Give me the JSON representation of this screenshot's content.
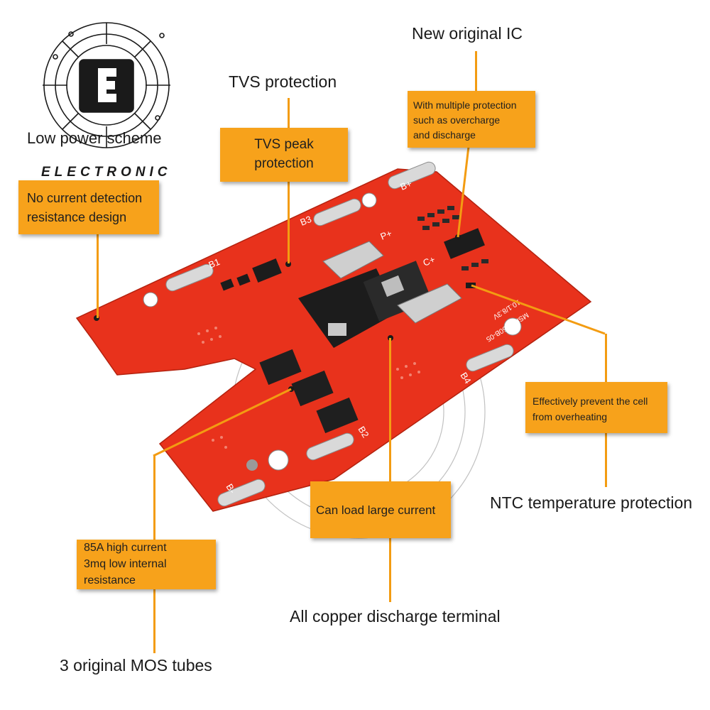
{
  "brand": {
    "logo_icon": "chip-e-icon",
    "wordmark": "ELECTRONIC",
    "tagline": "Low power scheme"
  },
  "headings": {
    "new_ic": "New original IC",
    "tvs": "TVS protection",
    "ntc": "NTC temperature protection",
    "copper": "All copper discharge terminal",
    "mos": "3 original MOS tubes"
  },
  "callouts": {
    "current_detection": [
      "No current detection",
      "resistance design"
    ],
    "tvs_peak": [
      "TVS peak",
      "protection"
    ],
    "multi_protection": [
      "With multiple protection",
      "such as overcharge",
      "and discharge"
    ],
    "overheating": [
      "Effectively prevent the cell",
      "from overheating"
    ],
    "large_current": [
      "Can load large current"
    ],
    "high_current": [
      "85A high current",
      "3mq low internal",
      "resistance"
    ]
  },
  "board": {
    "labels": {
      "b_plus": "B+",
      "b1": "B1",
      "b2": "B2",
      "b3": "B3",
      "b4": "B4",
      "b_minus": "B-",
      "p_plus": "P+",
      "c_plus": "C+",
      "model": "MSP-4050B-05",
      "code": "10.1/8.3V"
    }
  },
  "colors": {
    "board_red": "#e8321c",
    "callout_orange": "#f7a21b",
    "leader_orange": "#f39c12"
  }
}
